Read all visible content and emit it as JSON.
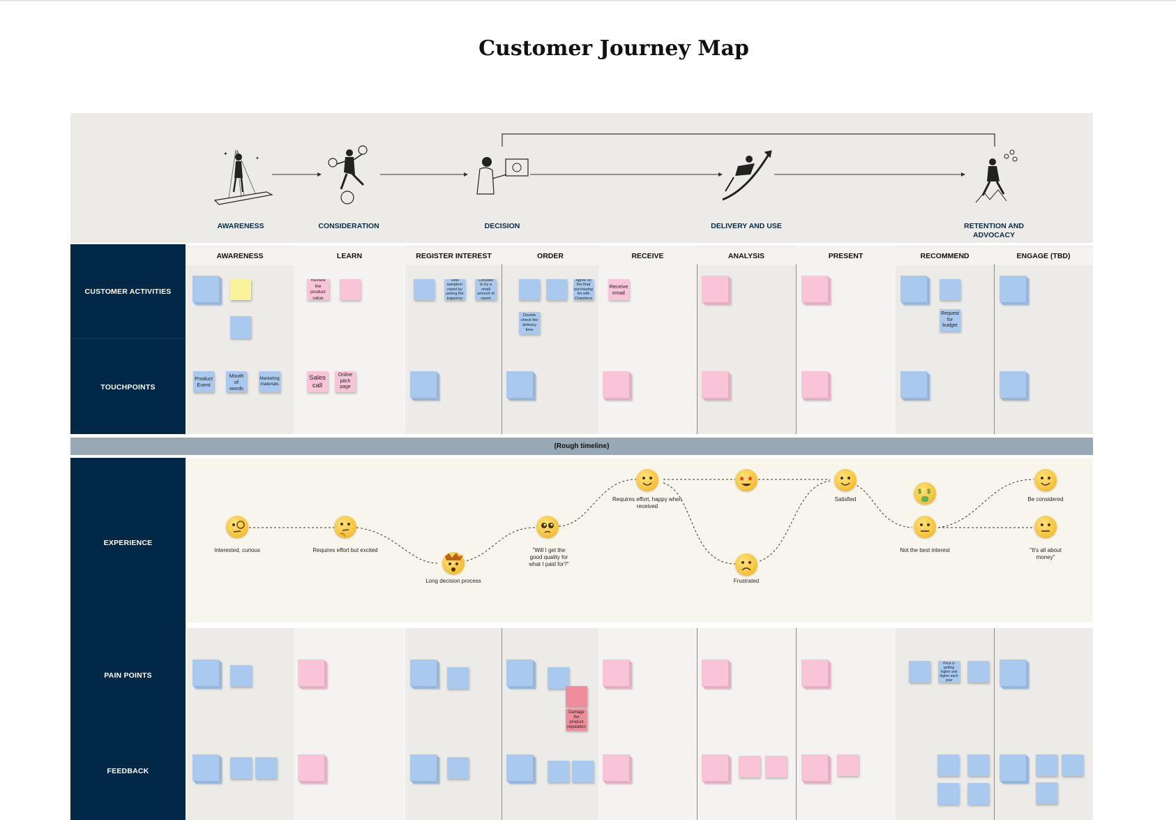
{
  "title": "Customer Journey Map",
  "phases": [
    "AWARENESS",
    "CONSIDERATION",
    "DECISION",
    "DELIVERY AND USE",
    "RETENTION AND ADVOCACY"
  ],
  "columns": [
    "AWARENESS",
    "LEARN",
    "REGISTER INTEREST",
    "ORDER",
    "RECEIVE",
    "ANALYSIS",
    "PRESENT",
    "RECOMMEND",
    "ENGAGE (TBD)"
  ],
  "rows": {
    "customer_activities": "CUSTOMER ACTIVITIES",
    "touchpoints": "TOUCHPOINTS",
    "experience": "EXPERIENCE",
    "pain_points": "PAIN POINTS",
    "feedback": "FEEDBACK"
  },
  "timeline": "(Rough timeline)",
  "activities": {
    "learn_1": "Review the product value",
    "register_2": "View sampleor report by seeing the trajectory",
    "register_3": "Consider to try a small amount of report",
    "order_3": "Agree on the final purchasing list with Chambers",
    "order_4": "Double check the delivery time",
    "receive_1": "Receive email",
    "recommend_2": "Request for budget"
  },
  "touchpoints": {
    "awareness_1": "Product Event",
    "awareness_2": "Mouth of words",
    "awareness_3": "Marketing materials",
    "learn_1": "Sales call",
    "learn_2": "Online pitch page"
  },
  "pain": {
    "order_red": "Damage the product reputation",
    "recommend_2": "Price is getting higher and higher each year"
  },
  "experience": {
    "e1": "Interested, curious",
    "e2": "Requires effort but excited",
    "e3": "Long decision process",
    "e4": "\"Will I get the good quality for what I paid for?\"",
    "e5": "Requires effort, happy when received",
    "e6": "Frustrated",
    "e7": "Satisfied",
    "e8": "Not the best interest",
    "e9": "Be considered",
    "e10": "\"It's all about money\""
  },
  "colors": {
    "sidebar": "#022848",
    "header_band": "#ecebe7",
    "experience_band": "#f8f6ec",
    "timeline_band": "#99a8b5",
    "sticky_blue": "#a9c9ef",
    "sticky_pink": "#f9c4d8",
    "sticky_yellow": "#fbf39b",
    "sticky_red": "#ef8d9c"
  }
}
